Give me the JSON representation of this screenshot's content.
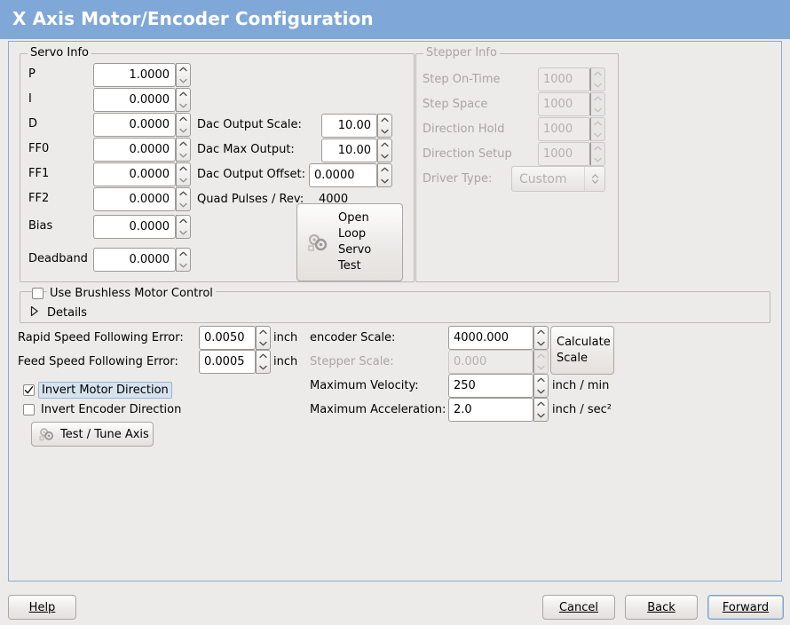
{
  "window": {
    "title": "X Axis Motor/Encoder Configuration",
    "title_bar_color": "#7fa8d8",
    "panel_bg": "#edebe9",
    "panel_border": "#8fa8cc"
  },
  "servo_info": {
    "legend": "Servo Info",
    "fields": [
      {
        "label": "P",
        "value": "1.0000"
      },
      {
        "label": "I",
        "value": "0.0000"
      },
      {
        "label": "D",
        "value": "0.0000"
      },
      {
        "label": "FF0",
        "value": "0.0000"
      },
      {
        "label": "FF1",
        "value": "0.0000"
      },
      {
        "label": "FF2",
        "value": "0.0000"
      },
      {
        "label": "Bias",
        "value": "0.0000"
      },
      {
        "label": "Deadband",
        "value": "0.0000"
      }
    ],
    "dac": [
      {
        "label": "Dac Output Scale:",
        "value": "10.00"
      },
      {
        "label": "Dac Max Output:",
        "value": "10.00"
      },
      {
        "label": "Dac Output Offset:",
        "value": "0.0000"
      }
    ],
    "quad_pulses_label": "Quad Pulses / Rev:",
    "quad_pulses_value": "4000",
    "open_loop_button": {
      "line1": "Open",
      "line2": "Loop",
      "line3": "Servo",
      "line4": "Test",
      "icon": "gears-icon"
    }
  },
  "stepper_info": {
    "legend": "Stepper Info",
    "enabled": false,
    "fields": [
      {
        "label": "Step On-Time",
        "value": "1000"
      },
      {
        "label": "Step Space",
        "value": "1000"
      },
      {
        "label": "Direction Hold",
        "value": "1000"
      },
      {
        "label": "Direction Setup",
        "value": "1000"
      }
    ],
    "driver_type_label": "Driver Type:",
    "driver_type_value": "Custom"
  },
  "brushless": {
    "checkbox_label": "Use Brushless Motor Control",
    "checked": false,
    "expander_label": "Details",
    "expanded": false
  },
  "tuning": {
    "rapid_label": "Rapid Speed Following Error:",
    "rapid_value": "0.0050",
    "rapid_unit": "inch",
    "feed_label": "Feed Speed Following Error:",
    "feed_value": "0.0005",
    "feed_unit": "inch",
    "invert_motor_label": "Invert Motor Direction",
    "invert_motor_checked": true,
    "invert_encoder_label": "Invert Encoder Direction",
    "invert_encoder_checked": false,
    "test_tune_button": "Test / Tune Axis",
    "test_tune_icon": "gears-icon"
  },
  "scaling": {
    "encoder_scale_label": "encoder Scale:",
    "encoder_scale_value": "4000.000",
    "stepper_scale_label": "Stepper Scale:",
    "stepper_scale_value": "0.000",
    "stepper_scale_enabled": false,
    "calculate_button_line1": "Calculate",
    "calculate_button_line2": "Scale",
    "max_velocity_label": "Maximum Velocity:",
    "max_velocity_value": "250",
    "max_velocity_unit": "inch / min",
    "max_accel_label": "Maximum Acceleration:",
    "max_accel_value": "2.0",
    "max_accel_unit": "inch / sec²"
  },
  "footer": {
    "help": "Help",
    "cancel": "Cancel",
    "back": "Back",
    "forward": "Forward",
    "focused_button": "Forward"
  }
}
